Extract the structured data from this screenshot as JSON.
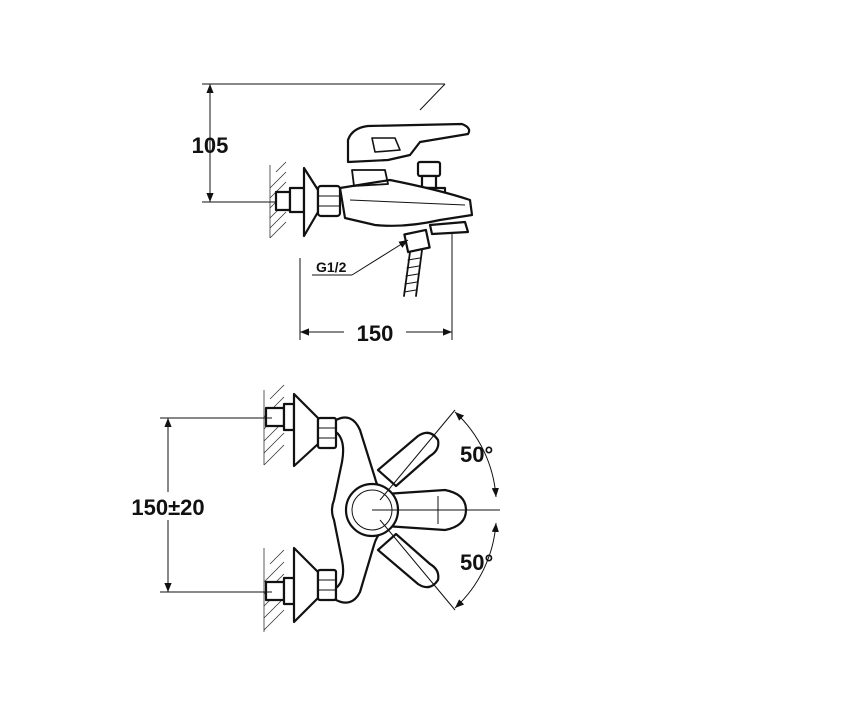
{
  "dimensions": {
    "height": "105",
    "width": "150",
    "spacing": "150±20",
    "angle_up": "50°",
    "angle_down": "50°"
  },
  "labels": {
    "thread": "G1/2"
  },
  "colors": {
    "line": "#111111",
    "hatch": "#333333",
    "background": "#ffffff"
  }
}
